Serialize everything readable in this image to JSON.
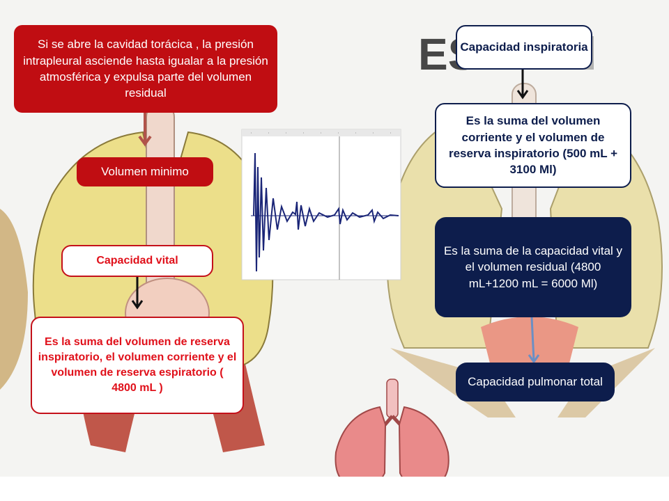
{
  "title_partial": "ES",
  "left_top_text": "Si se abre la cavidad torácica , la presión intrapleural asciende hasta igualar a la presión atmosférica y expulsa parte del volumen residual",
  "left_min_label": "Volumen minimo",
  "left_vital_label": "Capacidad vital",
  "left_vital_desc": "Es la suma del volumen de reserva inspiratorio, el volumen corriente y el volumen de reserva espiratorio ( 4800 mL )",
  "right_insp_label": "Capacidad inspiratoria",
  "right_insp_desc": "Es la suma del volumen corriente y el volumen de reserva inspiratorio (500 mL + 3100 Ml)",
  "right_total_desc": "Es la suma de la capacidad vital y el volumen residual (4800 mL+1200 mL = 6000 Ml)",
  "right_total_label": "Capacidad pulmonar total",
  "colors": {
    "red": "#c00d12",
    "navy": "#0d1d4c",
    "lung_yellow": "#ecdf8a",
    "waveform": "#1a2577"
  },
  "icons": [
    "lung-illustration",
    "sound-waveform",
    "arrow-down-icon"
  ]
}
